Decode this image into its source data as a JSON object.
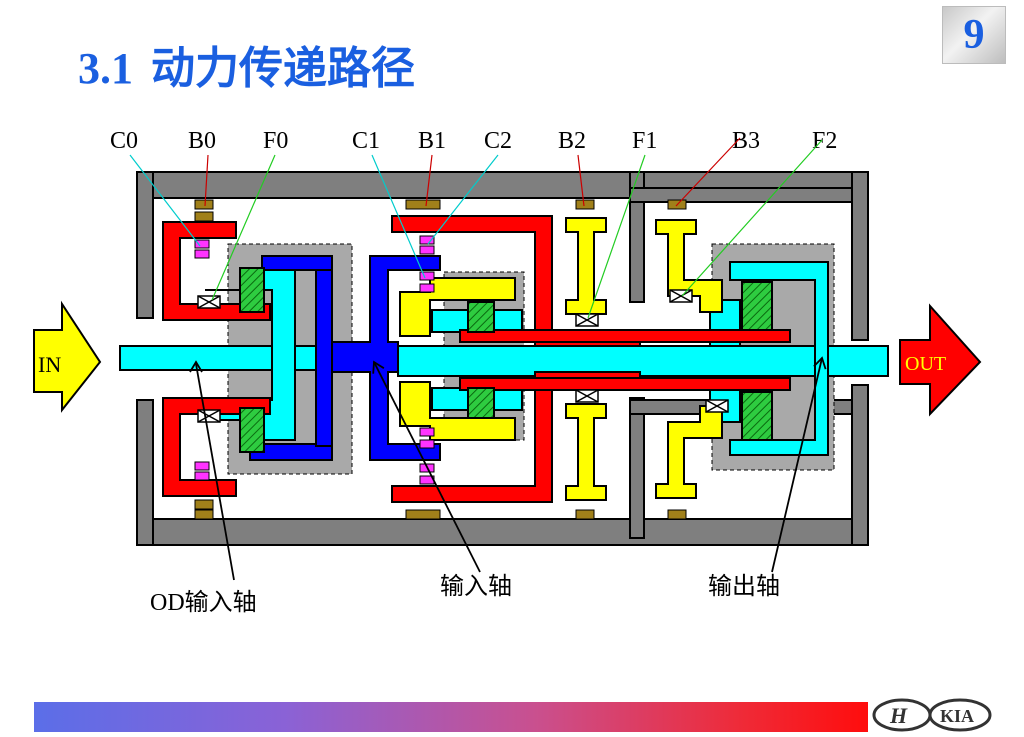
{
  "title": {
    "number": "3.1",
    "text": "动力传递路径"
  },
  "page_number": "9",
  "component_labels": [
    "C0",
    "B0",
    "F0",
    "C1",
    "B1",
    "C2",
    "B2",
    "F1",
    "B3",
    "F2"
  ],
  "arrows": {
    "input": "IN",
    "output": "OUT"
  },
  "shaft_labels": {
    "od_input": "OD输入轴",
    "input": "输入轴",
    "output": "输出轴"
  },
  "logo": {
    "text": "KIA"
  }
}
